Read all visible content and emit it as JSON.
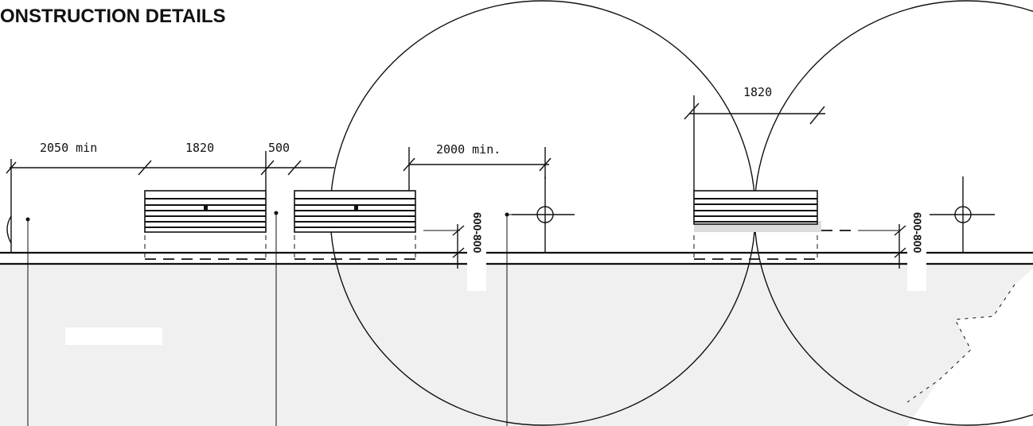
{
  "header": {
    "title": "ONSTRUCTION DETAILS"
  },
  "dimensions": {
    "left_clearance": "2050 min",
    "bench_length_1": "1820",
    "gap": "500",
    "right_clearance": "2000 min.",
    "bench_length_2": "1820",
    "offset_1": "600-800",
    "offset_2": "600-800"
  }
}
